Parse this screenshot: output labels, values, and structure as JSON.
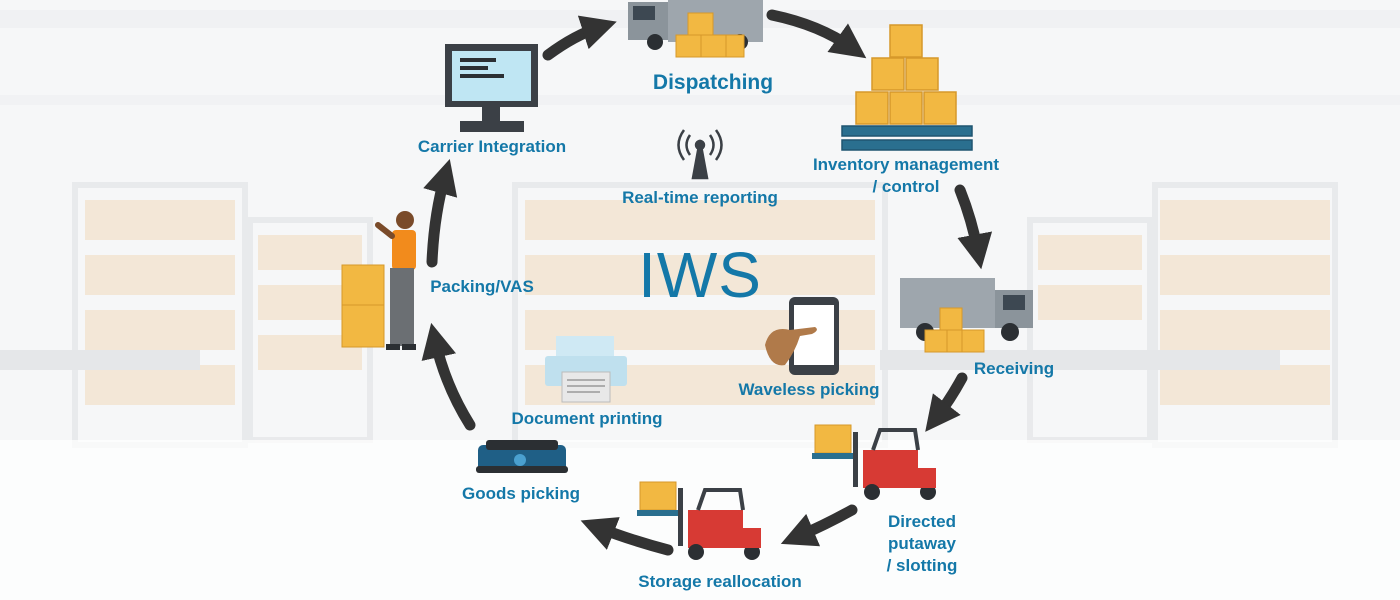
{
  "diagram": {
    "title": "IWS",
    "center_items": [
      "Real-time reporting",
      "Waveless picking",
      "Document printing"
    ],
    "cycle_steps": [
      "Dispatching",
      "Inventory management / control",
      "Receiving",
      "Directed putaway / slotting",
      "Storage reallocation",
      "Goods picking",
      "Packing/VAS",
      "Carrier Integration"
    ],
    "labels": {
      "dispatching": "Dispatching",
      "inventory_line1": "Inventory management",
      "inventory_line2": "/ control",
      "receiving": "Receiving",
      "putaway_line1": "Directed",
      "putaway_line2": "putaway",
      "putaway_line3": "/ slotting",
      "storage_line1": "Storage reallocation",
      "goods_picking": "Goods picking",
      "packing": "Packing/VAS",
      "carrier": "Carrier Integration",
      "realtime": "Real-time reporting",
      "waveless": "Waveless picking",
      "document": "Document printing"
    },
    "colors": {
      "text_blue": "#1478a8",
      "arrow": "#333333",
      "box": "#f2b842",
      "truck": "#9ea6ad",
      "forklift": "#d73a34",
      "pallet": "#2a6f8f"
    },
    "icons": [
      "truck-icon",
      "boxes-pallet-icon",
      "monitor-icon",
      "antenna-icon",
      "worker-icon",
      "tablet-hand-icon",
      "printer-icon",
      "agv-robot-icon",
      "forklift-icon"
    ]
  }
}
